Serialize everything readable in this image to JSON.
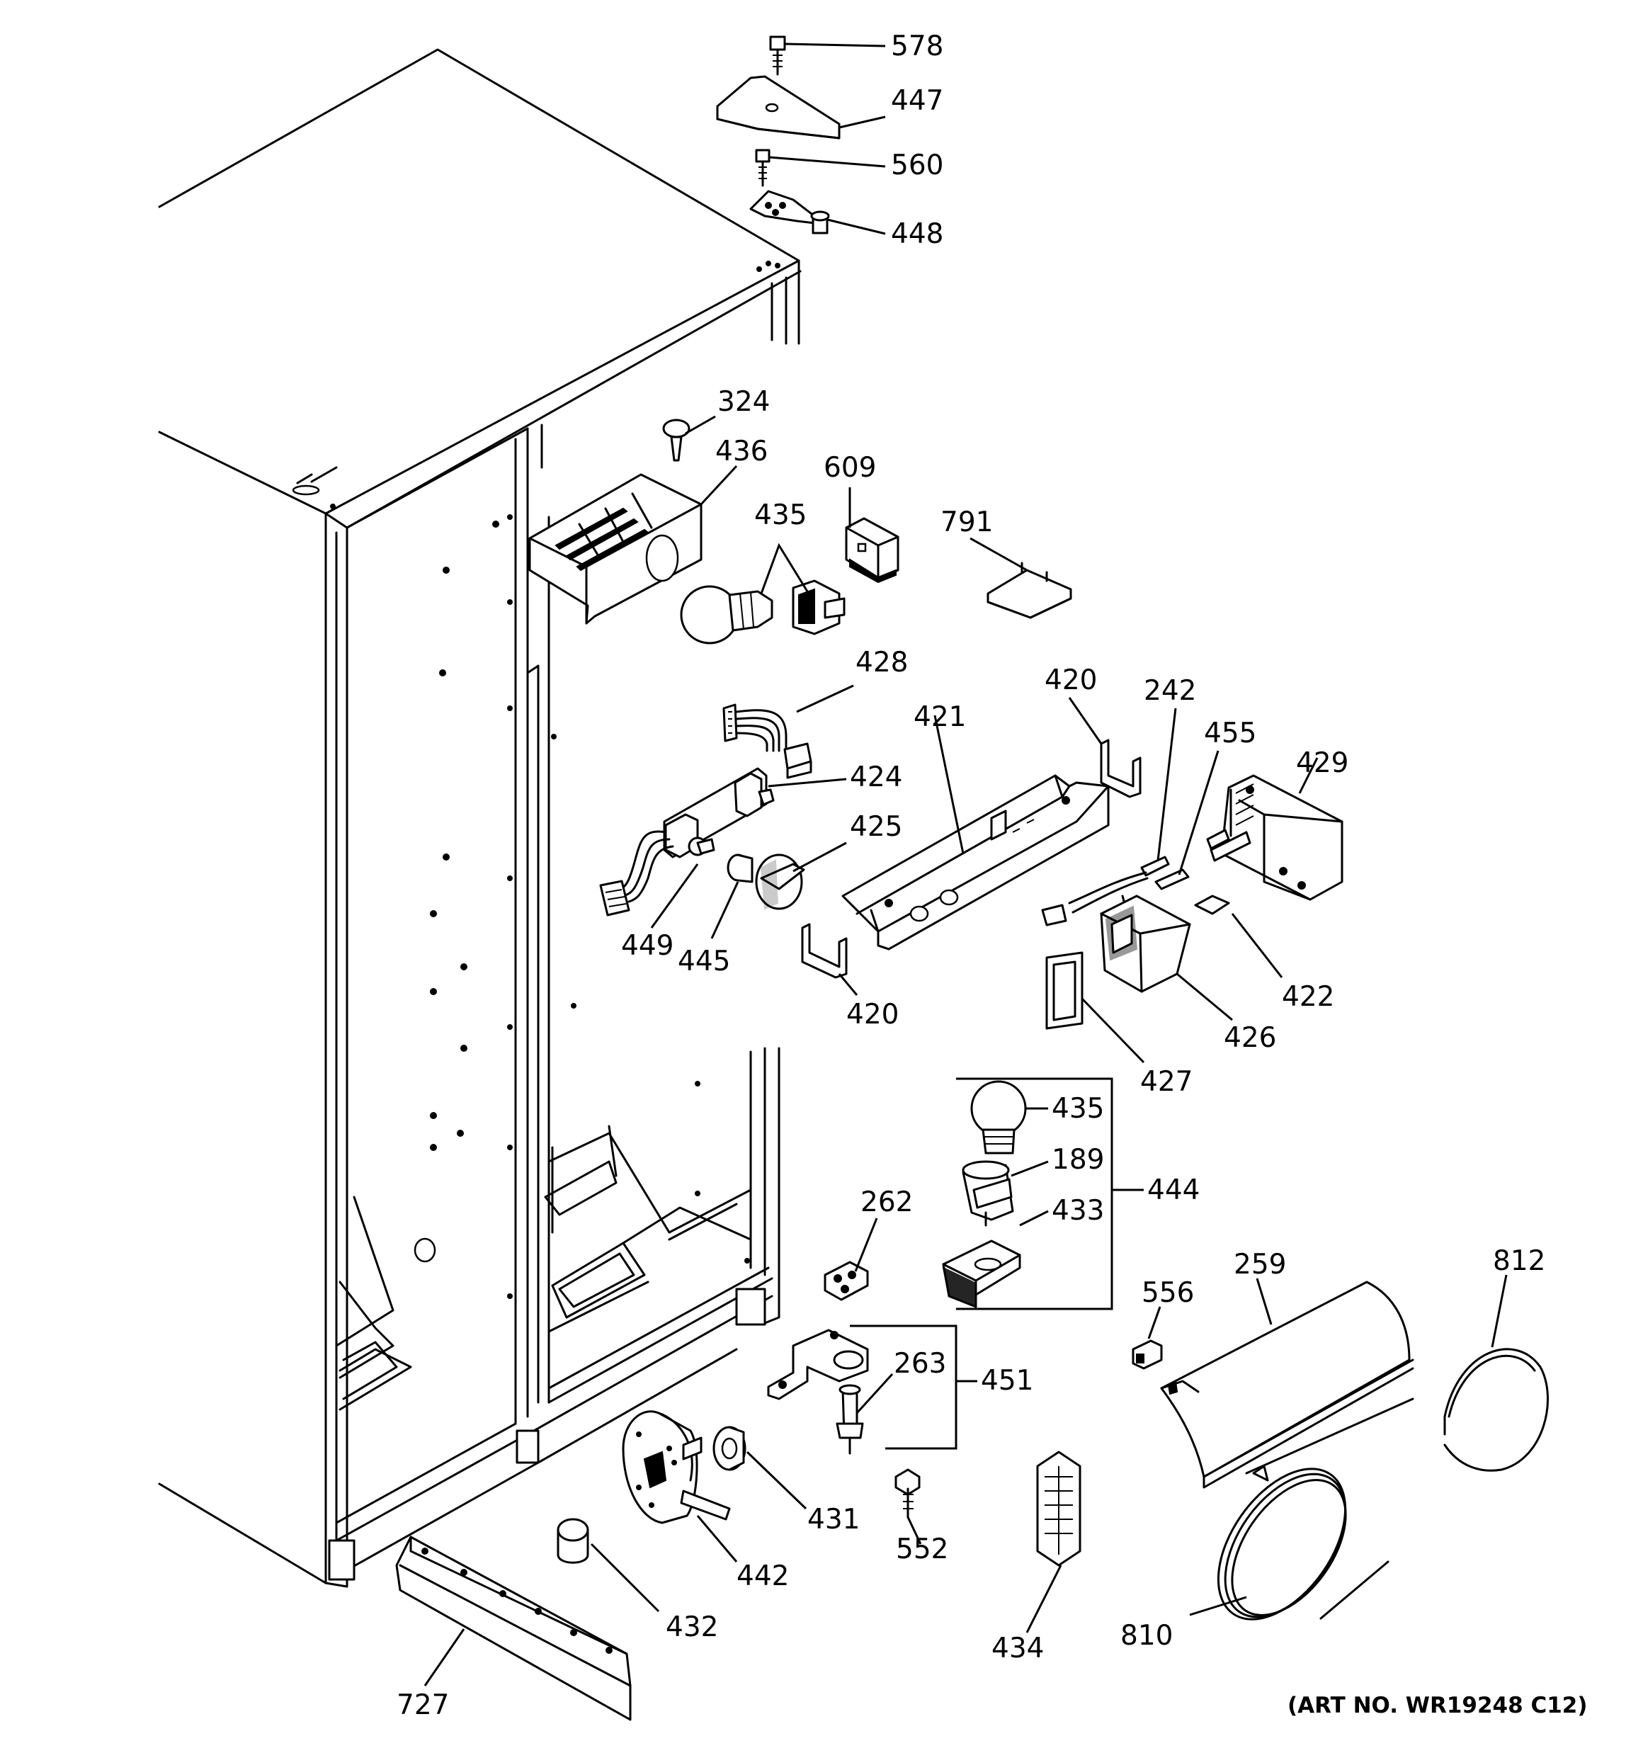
{
  "art_number": "(ART NO. WR19248 C12)",
  "parts": [
    {
      "id": "p578",
      "number": "578"
    },
    {
      "id": "p447",
      "number": "447"
    },
    {
      "id": "p560",
      "number": "560"
    },
    {
      "id": "p448",
      "number": "448"
    },
    {
      "id": "p324",
      "number": "324"
    },
    {
      "id": "p436",
      "number": "436"
    },
    {
      "id": "p435a",
      "number": "435"
    },
    {
      "id": "p609",
      "number": "609"
    },
    {
      "id": "p791",
      "number": "791"
    },
    {
      "id": "p428",
      "number": "428"
    },
    {
      "id": "p420a",
      "number": "420"
    },
    {
      "id": "p242",
      "number": "242"
    },
    {
      "id": "p455",
      "number": "455"
    },
    {
      "id": "p429",
      "number": "429"
    },
    {
      "id": "p421",
      "number": "421"
    },
    {
      "id": "p424",
      "number": "424"
    },
    {
      "id": "p425",
      "number": "425"
    },
    {
      "id": "p449",
      "number": "449"
    },
    {
      "id": "p445",
      "number": "445"
    },
    {
      "id": "p420b",
      "number": "420"
    },
    {
      "id": "p422",
      "number": "422"
    },
    {
      "id": "p426",
      "number": "426"
    },
    {
      "id": "p427",
      "number": "427"
    },
    {
      "id": "p435b",
      "number": "435"
    },
    {
      "id": "p189",
      "number": "189"
    },
    {
      "id": "p444",
      "number": "444"
    },
    {
      "id": "p433",
      "number": "433"
    },
    {
      "id": "p262",
      "number": "262"
    },
    {
      "id": "p556",
      "number": "556"
    },
    {
      "id": "p259",
      "number": "259"
    },
    {
      "id": "p812",
      "number": "812"
    },
    {
      "id": "p263",
      "number": "263"
    },
    {
      "id": "p451",
      "number": "451"
    },
    {
      "id": "p431",
      "number": "431"
    },
    {
      "id": "p552",
      "number": "552"
    },
    {
      "id": "p442",
      "number": "442"
    },
    {
      "id": "p432",
      "number": "432"
    },
    {
      "id": "p434",
      "number": "434"
    },
    {
      "id": "p810",
      "number": "810"
    },
    {
      "id": "p727",
      "number": "727"
    }
  ]
}
